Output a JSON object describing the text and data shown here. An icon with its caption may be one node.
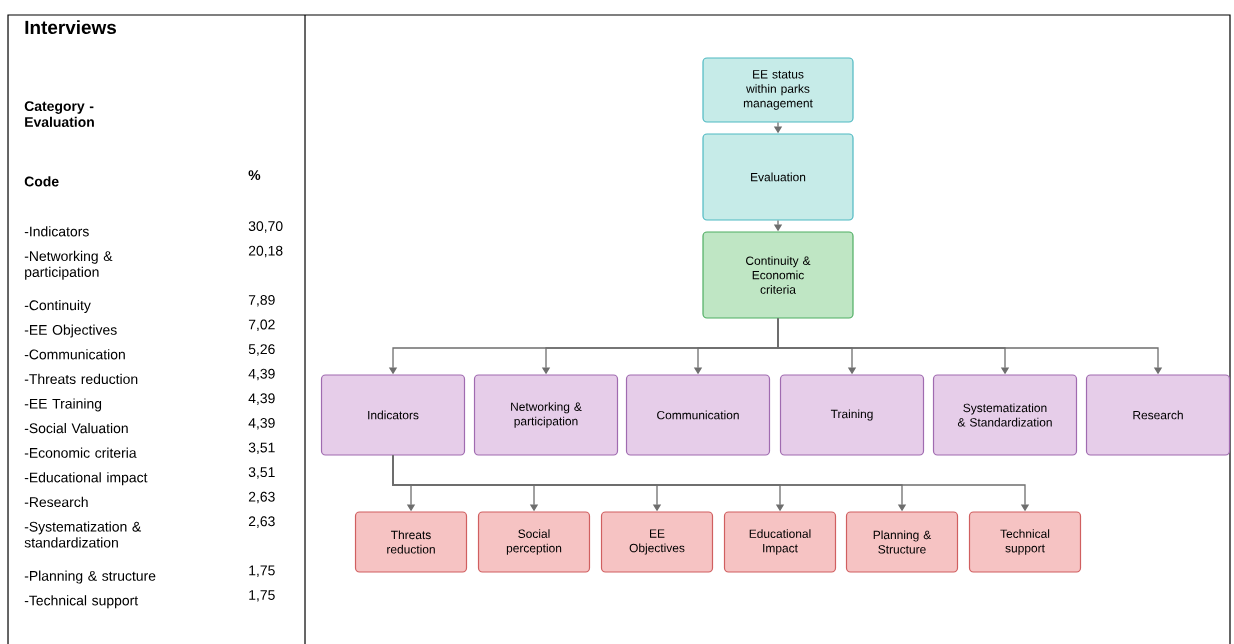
{
  "diagram": {
    "nodes": [
      {
        "text": [
          "EE status within parks management"
        ]
      },
      {
        "text": [
          "Evaluation"
        ]
      },
      {
        "text": [
          "Continuity & Economic criteria"
        ]
      },
      {
        "text": [
          "Indicators"
        ]
      },
      {
        "text": [
          "Networking & participation"
        ]
      },
      {
        "text": [
          "Communication"
        ]
      },
      {
        "text": [
          "Training"
        ]
      },
      {
        "text": [
          "Systematization & Standardization"
        ]
      },
      {
        "text": [
          "Research"
        ]
      },
      {
        "text": [
          "Threats reduction"
        ]
      },
      {
        "text": [
          "Social perception"
        ]
      },
      {
        "text": [
          "EE Objectives"
        ]
      },
      {
        "text": [
          "Educational Impact"
        ]
      },
      {
        "text": [
          "Planning & Structure"
        ]
      },
      {
        "text": [
          "Technical support"
        ]
      }
    ],
    "edges": [
      {
        "from": 0,
        "to": 1,
        "arrow": "to"
      },
      {
        "from": 1,
        "to": 2,
        "arrow": "to"
      },
      {
        "from": 2,
        "to": 3,
        "arrow": "to"
      },
      {
        "from": 2,
        "to": 4,
        "arrow": "to"
      },
      {
        "from": 2,
        "to": 5,
        "arrow": "to"
      },
      {
        "from": 2,
        "to": 6,
        "arrow": "to"
      },
      {
        "from": 2,
        "to": 7,
        "arrow": "to"
      },
      {
        "from": 2,
        "to": 8,
        "arrow": "to"
      },
      {
        "from": 3,
        "to": 9,
        "arrow": "to"
      },
      {
        "from": 3,
        "to": 10,
        "arrow": "to"
      },
      {
        "from": 3,
        "to": 11,
        "arrow": "to"
      },
      {
        "from": 3,
        "to": 12,
        "arrow": "to"
      },
      {
        "from": 3,
        "to": 13,
        "arrow": "to"
      },
      {
        "from": 3,
        "to": 14,
        "arrow": "to"
      }
    ],
    "labels": [
      "Interviews",
      "Category - Evaluation",
      "Code",
      "%",
      "-Indicators",
      "30,70",
      "-Networking & participation",
      "20,18",
      "-Continuity",
      "7,89",
      "-EE Objectives",
      "7,02",
      "-Communication",
      "5,26",
      "-Threats reduction",
      "4,39",
      "-EE Training",
      "4,39",
      "-Social Valuation",
      "4,39",
      "-Economic criteria",
      "3,51",
      "-Educational impact",
      "3,51",
      "-Research",
      "2,63",
      "-Systematization & standardization",
      "2,63",
      "-Planning & structure",
      "1,75",
      "-Technical support",
      "1,75"
    ]
  }
}
